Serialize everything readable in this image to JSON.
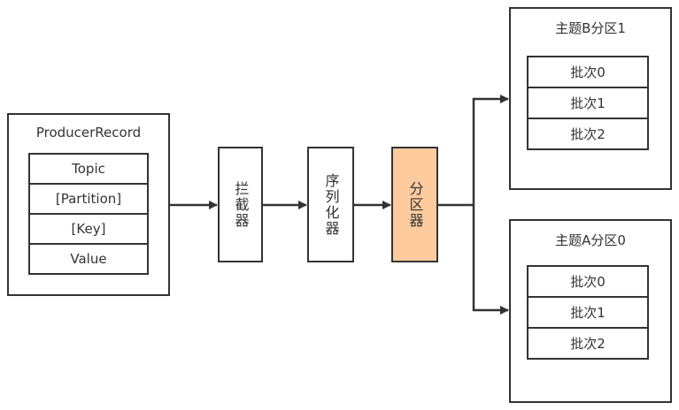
{
  "producer_record": {
    "title": "ProducerRecord",
    "fields": [
      "Topic",
      "[Partition]",
      "[Key]",
      "Value"
    ]
  },
  "stages": [
    {
      "label": "拦截器",
      "highlight": false
    },
    {
      "label": "序列化器",
      "highlight": false
    },
    {
      "label": "分区器",
      "highlight": true
    }
  ],
  "partitions": [
    {
      "title": "主题B分区1",
      "batches": [
        "批次0",
        "批次1",
        "批次2"
      ]
    },
    {
      "title": "主题A分区0",
      "batches": [
        "批次0",
        "批次1",
        "批次2"
      ]
    }
  ],
  "colors": {
    "stroke": "#333333",
    "highlight_fill": "#FDCB9E"
  }
}
